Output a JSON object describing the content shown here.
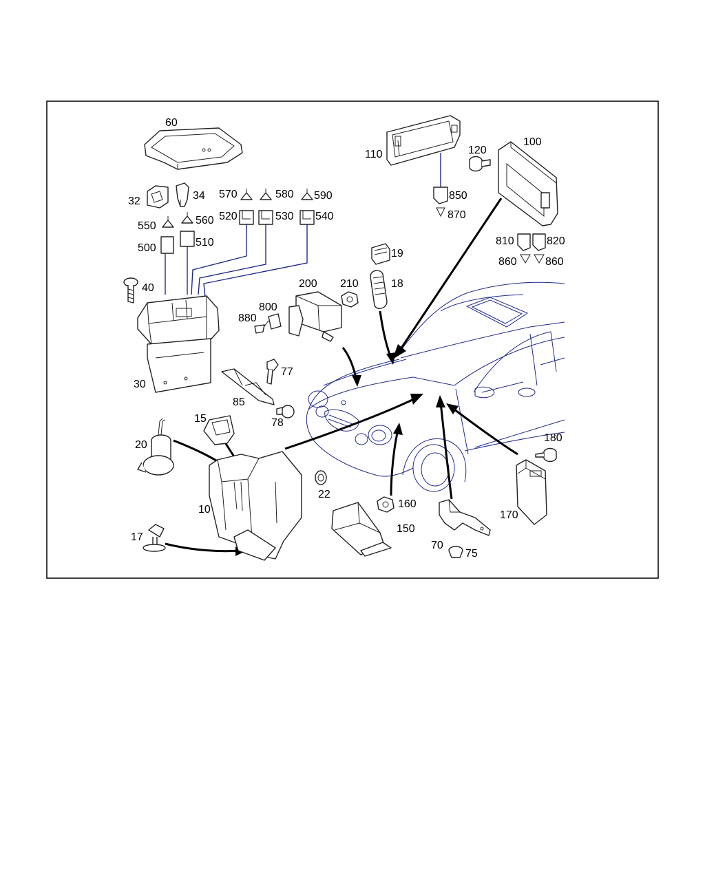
{
  "labels": [
    {
      "id": "l-60",
      "text": "60"
    },
    {
      "id": "l-32",
      "text": "32"
    },
    {
      "id": "l-34",
      "text": "34"
    },
    {
      "id": "l-570",
      "text": "570"
    },
    {
      "id": "l-580",
      "text": "580"
    },
    {
      "id": "l-590",
      "text": "590"
    },
    {
      "id": "l-520",
      "text": "520"
    },
    {
      "id": "l-530",
      "text": "530"
    },
    {
      "id": "l-540",
      "text": "540"
    },
    {
      "id": "l-550",
      "text": "550"
    },
    {
      "id": "l-560",
      "text": "560"
    },
    {
      "id": "l-500",
      "text": "500"
    },
    {
      "id": "l-510",
      "text": "510"
    },
    {
      "id": "l-40",
      "text": "40"
    },
    {
      "id": "l-30",
      "text": "30"
    },
    {
      "id": "l-110",
      "text": "110"
    },
    {
      "id": "l-120",
      "text": "120"
    },
    {
      "id": "l-100",
      "text": "100"
    },
    {
      "id": "l-850",
      "text": "850"
    },
    {
      "id": "l-870",
      "text": "870"
    },
    {
      "id": "l-810",
      "text": "810"
    },
    {
      "id": "l-820",
      "text": "820"
    },
    {
      "id": "l-860a",
      "text": "860"
    },
    {
      "id": "l-860b",
      "text": "860"
    },
    {
      "id": "l-19",
      "text": "19"
    },
    {
      "id": "l-18",
      "text": "18"
    },
    {
      "id": "l-200",
      "text": "200"
    },
    {
      "id": "l-210",
      "text": "210"
    },
    {
      "id": "l-800",
      "text": "800"
    },
    {
      "id": "l-880",
      "text": "880"
    },
    {
      "id": "l-77",
      "text": "77"
    },
    {
      "id": "l-85",
      "text": "85"
    },
    {
      "id": "l-78",
      "text": "78"
    },
    {
      "id": "l-15",
      "text": "15"
    },
    {
      "id": "l-20",
      "text": "20"
    },
    {
      "id": "l-10",
      "text": "10"
    },
    {
      "id": "l-17",
      "text": "17"
    },
    {
      "id": "l-22",
      "text": "22"
    },
    {
      "id": "l-160",
      "text": "160"
    },
    {
      "id": "l-150",
      "text": "150"
    },
    {
      "id": "l-70",
      "text": "70"
    },
    {
      "id": "l-75",
      "text": "75"
    },
    {
      "id": "l-180",
      "text": "180"
    },
    {
      "id": "l-170",
      "text": "170"
    }
  ]
}
